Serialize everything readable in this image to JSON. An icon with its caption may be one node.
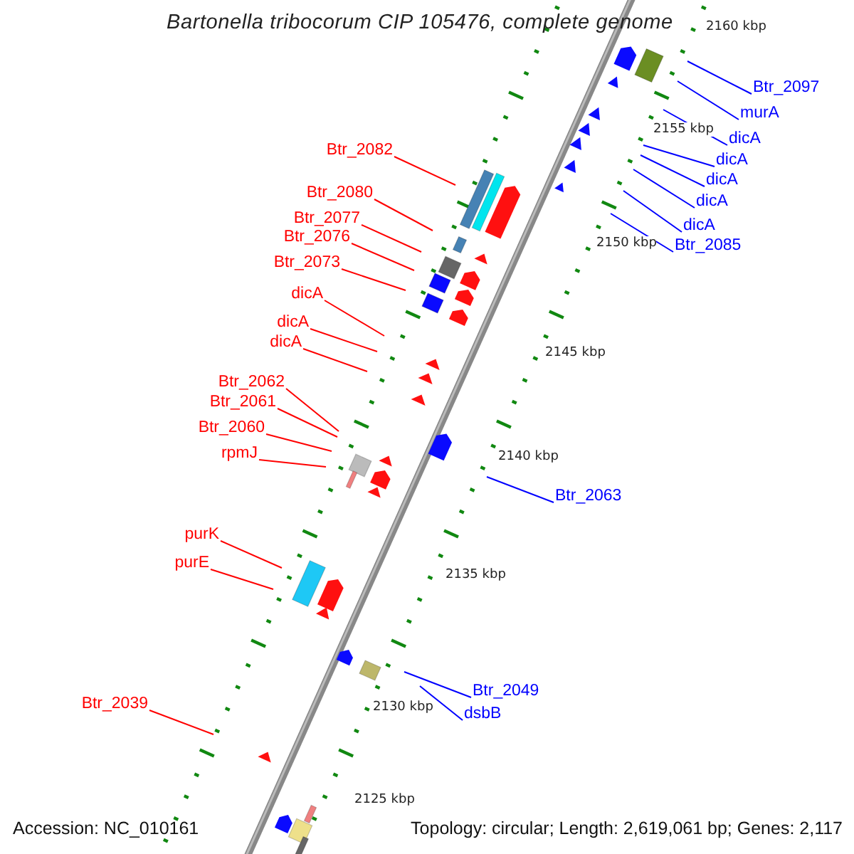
{
  "diagram": {
    "title": "Bartonella tribocorum CIP 105476, complete genome",
    "nodes": [
      {
        "text": [
          "Btr_2097"
        ]
      },
      {
        "text": [
          "murA"
        ]
      },
      {
        "text": [
          "dicA"
        ]
      },
      {
        "text": [
          "dicA"
        ]
      },
      {
        "text": [
          "Btr_2082"
        ]
      },
      {
        "text": [
          "dicA"
        ]
      },
      {
        "text": [
          "dicA"
        ]
      },
      {
        "text": [
          "dicA"
        ]
      },
      {
        "text": [
          "Btr_2080"
        ]
      },
      {
        "text": [
          "Btr_2077"
        ]
      },
      {
        "text": [
          "Btr_2076"
        ]
      },
      {
        "text": [
          "Btr_2085"
        ]
      },
      {
        "text": [
          "Btr_2073"
        ]
      },
      {
        "text": [
          "dicA"
        ]
      },
      {
        "text": [
          "dicA"
        ]
      },
      {
        "text": [
          "dicA"
        ]
      },
      {
        "text": [
          "Btr_2062"
        ]
      },
      {
        "text": [
          "Btr_2061"
        ]
      },
      {
        "text": [
          "Btr_2060"
        ]
      },
      {
        "text": [
          "rpmJ"
        ]
      },
      {
        "text": [
          "Btr_2063"
        ]
      },
      {
        "text": [
          "purK"
        ]
      },
      {
        "text": [
          "purE"
        ]
      },
      {
        "text": [
          "Btr_2049"
        ]
      },
      {
        "text": [
          "Btr_2039"
        ]
      },
      {
        "text": [
          "dsbB"
        ]
      }
    ],
    "edges": [
      {
        "from": 0,
        "to": null,
        "arrow": "none",
        "color": "#0000ff"
      },
      {
        "from": 1,
        "to": null,
        "arrow": "none",
        "color": "#0000ff"
      },
      {
        "from": 2,
        "to": null,
        "arrow": "none",
        "color": "#0000ff"
      },
      {
        "from": 3,
        "to": null,
        "arrow": "none",
        "color": "#0000ff"
      },
      {
        "from": 4,
        "to": null,
        "arrow": "none"
      },
      {
        "from": 5,
        "to": null,
        "arrow": "none",
        "color": "#0000ff"
      },
      {
        "from": 6,
        "to": null,
        "arrow": "none",
        "color": "#0000ff"
      },
      {
        "from": 7,
        "to": null,
        "arrow": "none",
        "color": "#0000ff"
      },
      {
        "from": 8,
        "to": null,
        "arrow": "none"
      },
      {
        "from": 9,
        "to": null,
        "arrow": "none"
      },
      {
        "from": 10,
        "to": null,
        "arrow": "none"
      },
      {
        "from": 11,
        "to": null,
        "arrow": "none",
        "color": "#0000ff"
      },
      {
        "from": 12,
        "to": null,
        "arrow": "none"
      },
      {
        "from": 13,
        "to": null,
        "arrow": "none"
      },
      {
        "from": 14,
        "to": null,
        "arrow": "none"
      },
      {
        "from": 15,
        "to": null,
        "arrow": "none"
      },
      {
        "from": 16,
        "to": null,
        "arrow": "none"
      },
      {
        "from": 17,
        "to": null,
        "arrow": "none"
      },
      {
        "from": 18,
        "to": null,
        "arrow": "none"
      },
      {
        "from": 19,
        "to": null,
        "arrow": "none"
      },
      {
        "from": 20,
        "to": null,
        "arrow": "none",
        "color": "#0000ff"
      },
      {
        "from": 21,
        "to": null,
        "arrow": "none"
      },
      {
        "from": 22,
        "to": null,
        "arrow": "none"
      },
      {
        "from": 23,
        "to": null,
        "arrow": "none",
        "color": "#0000ff"
      },
      {
        "from": 24,
        "to": null,
        "arrow": "none"
      },
      {
        "from": 25,
        "to": null,
        "arrow": "none",
        "color": "#0000ff"
      }
    ],
    "labels": [
      "2160 kbp",
      "2155 kbp",
      "2150 kbp",
      "2145 kbp",
      "2140 kbp",
      "2135 kbp",
      "2130 kbp",
      "2125 kbp",
      "Accession: NC_010161",
      "Topology: circular; Length: 2,619,061 bp; Genes: 2,117"
    ]
  }
}
